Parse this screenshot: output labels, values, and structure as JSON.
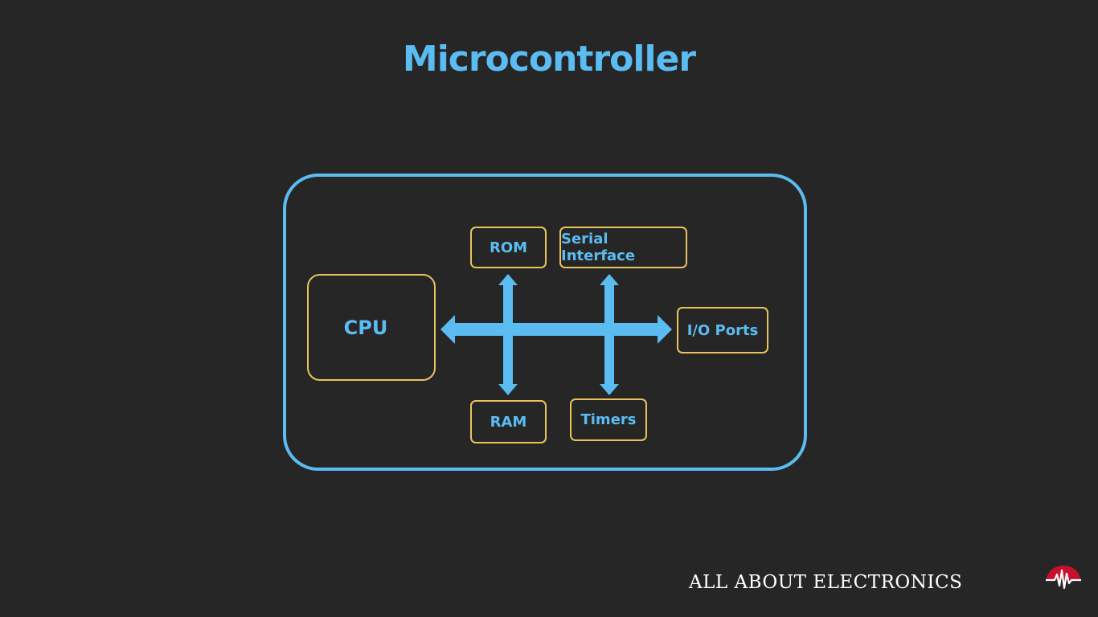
{
  "title": "Microcontroller",
  "blocks": {
    "cpu": "CPU",
    "rom": "ROM",
    "serial": "Serial Interface",
    "io": "I/O Ports",
    "ram": "RAM",
    "timers": "Timers"
  },
  "brand": {
    "text": "ALL ABOUT ELECTRONICS",
    "logo_icon": "waveform-logo-icon"
  },
  "colors": {
    "background": "#262626",
    "accent_blue": "#5bbcf2",
    "block_border": "#e9c35e",
    "logo_red": "#c8102e",
    "brand_text": "#ffffff"
  }
}
